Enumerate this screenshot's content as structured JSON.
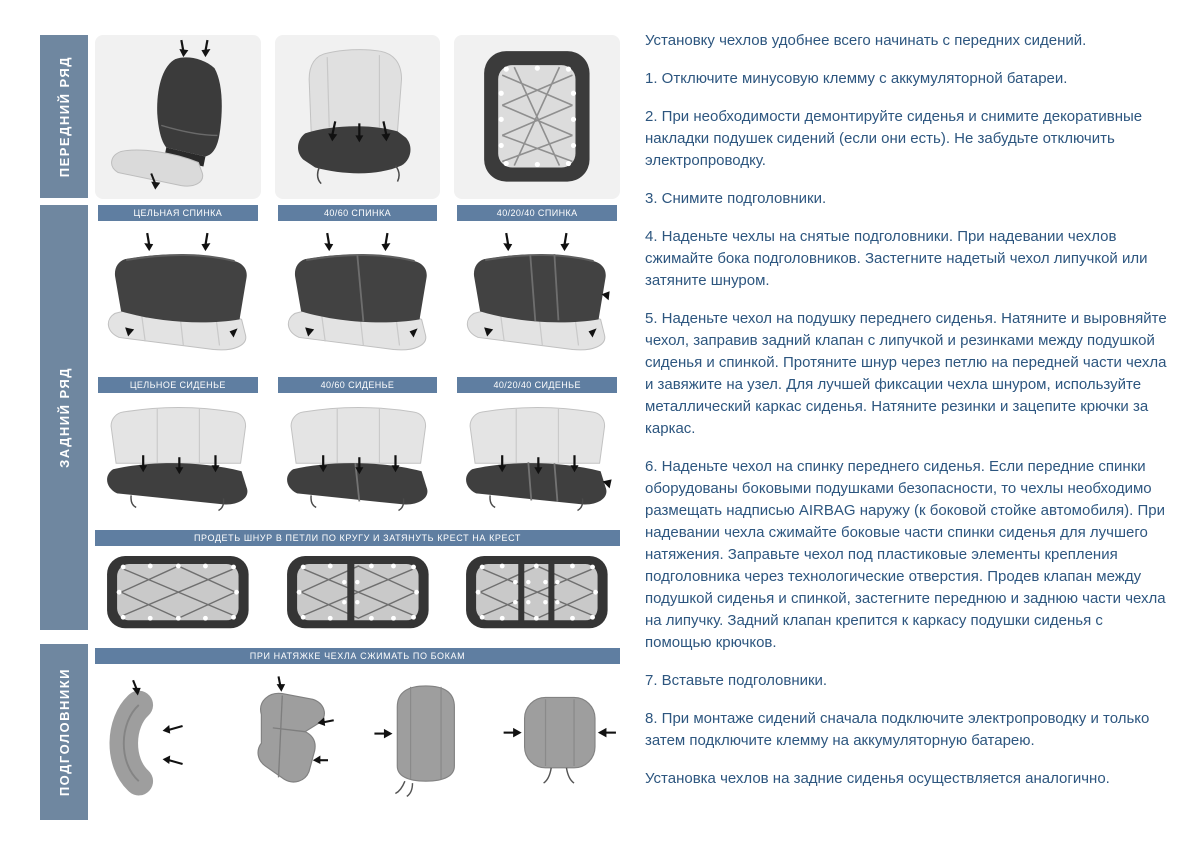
{
  "colors": {
    "sidebar_bar": "#6f87a0",
    "label_bar": "#5f7ea1",
    "text_navy": "#2d567f",
    "panel_gray": "#f1f1f1",
    "illustration_dark": "#3f3f3f"
  },
  "sidebar": {
    "sections": [
      {
        "label": "ПЕРЕДНИЙ РЯД"
      },
      {
        "label": "ЗАДНИЙ РЯД"
      },
      {
        "label": "ПОДГОЛОВНИКИ"
      }
    ]
  },
  "diagram": {
    "backrest_labels": [
      "ЦЕЛЬНАЯ СПИНКА",
      "40/60 СПИНКА",
      "40/20/40 СПИНКА"
    ],
    "cushion_labels": [
      "ЦЕЛЬНОЕ СИДЕНЬЕ",
      "40/60 СИДЕНЬЕ",
      "40/20/40 СИДЕНЬЕ"
    ],
    "lacing_banner": "ПРОДЕТЬ ШНУР В ПЕТЛИ ПО КРУГУ И ЗАТЯНУТЬ КРЕСТ НА КРЕСТ",
    "headrest_banner": "ПРИ НАТЯЖКЕ ЧЕХЛА СЖИМАТЬ ПО БОКАМ"
  },
  "instructions": {
    "paragraphs": [
      "Установку чехлов удобнее всего начинать с передних сидений.",
      "1. Отключите минусовую клемму с аккумуляторной батареи.",
      "2. При необходимости демонтируйте сиденья и снимите декоративные накладки подушек сидений (если они есть). Не забудьте отключить электропроводку.",
      "3. Снимите подголовники.",
      "4. Наденьте чехлы на снятые подголовники. При надевании чехлов сжимайте бока подголовников. Застегните надетый чехол липучкой или затяните шнуром.",
      "5. Наденьте чехол на подушку переднего сиденья. Натяните и выровняйте чехол, заправив задний клапан с липучкой и резинками между подушкой сиденья и спинкой. Протяните шнур через петлю на передней части чехла и завяжите на узел. Для лучшей фиксации чехла шнуром, используйте металлический каркас сиденья. Натяните резинки и зацепите крючки за каркас.",
      "6. Наденьте чехол на спинку переднего сиденья. Если передние спинки оборудованы боковыми подушками безопасности, то чехлы необходимо размещать надписью AIRBAG наружу (к боковой стойке автомобиля). При надевании чехла сжимайте боковые части спинки сиденья для лучшего натяжения. Заправьте чехол под пластиковые элементы крепления подголовника через технологические отверстия. Продев клапан между подушкой сиденья и спинкой, застегните переднюю и заднюю части чехла на липучку. Задний клапан крепится к каркасу подушки сиденья с помощью крючков.",
      "7. Вставьте подголовники.",
      "8. При монтаже сидений сначала подключите электропроводку и только затем подключите клемму на аккумуляторную батарею.",
      "Установка чехлов на задние сиденья осуществляется аналогично."
    ]
  }
}
